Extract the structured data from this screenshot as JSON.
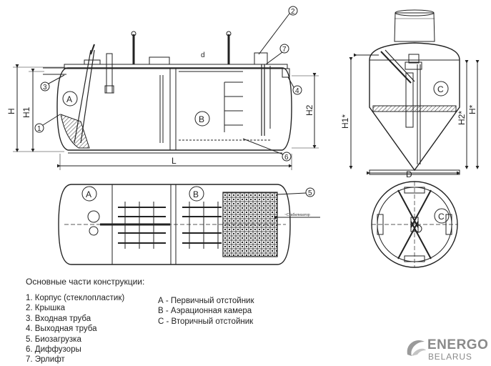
{
  "labels": {
    "zone_a": "A",
    "zone_b": "B",
    "zone_c": "C",
    "dim_h": "H",
    "dim_h1": "H1",
    "dim_h2": "H2",
    "dim_h_star": "H*",
    "dim_h1_star": "H1*",
    "dim_h2_star": "H2*",
    "dim_l": "L",
    "dim_d": "D",
    "dim_d_small": "d",
    "arrow_label": "~Стабилизатор",
    "callouts": [
      "1",
      "2",
      "3",
      "4",
      "5",
      "6",
      "7"
    ]
  },
  "legend": {
    "title": "Основные части конструкции:",
    "parts": [
      "1. Корпус (стеклопластик)",
      "2. Крышка",
      "3. Входная труба",
      "4. Выходная труба",
      "5. Биозагрузка",
      "6. Диффузоры",
      "7. Эрлифт"
    ],
    "zones": [
      "А - Первичный отстойник",
      "В - Аэрационная камера",
      "С - Вторичный отстойник"
    ]
  },
  "logo": {
    "word1": "ENERGO",
    "word2": "BELARUS",
    "color": "#8a8a8a"
  },
  "colors": {
    "line": "#222222",
    "hatch": "#333333",
    "background": "#ffffff"
  }
}
